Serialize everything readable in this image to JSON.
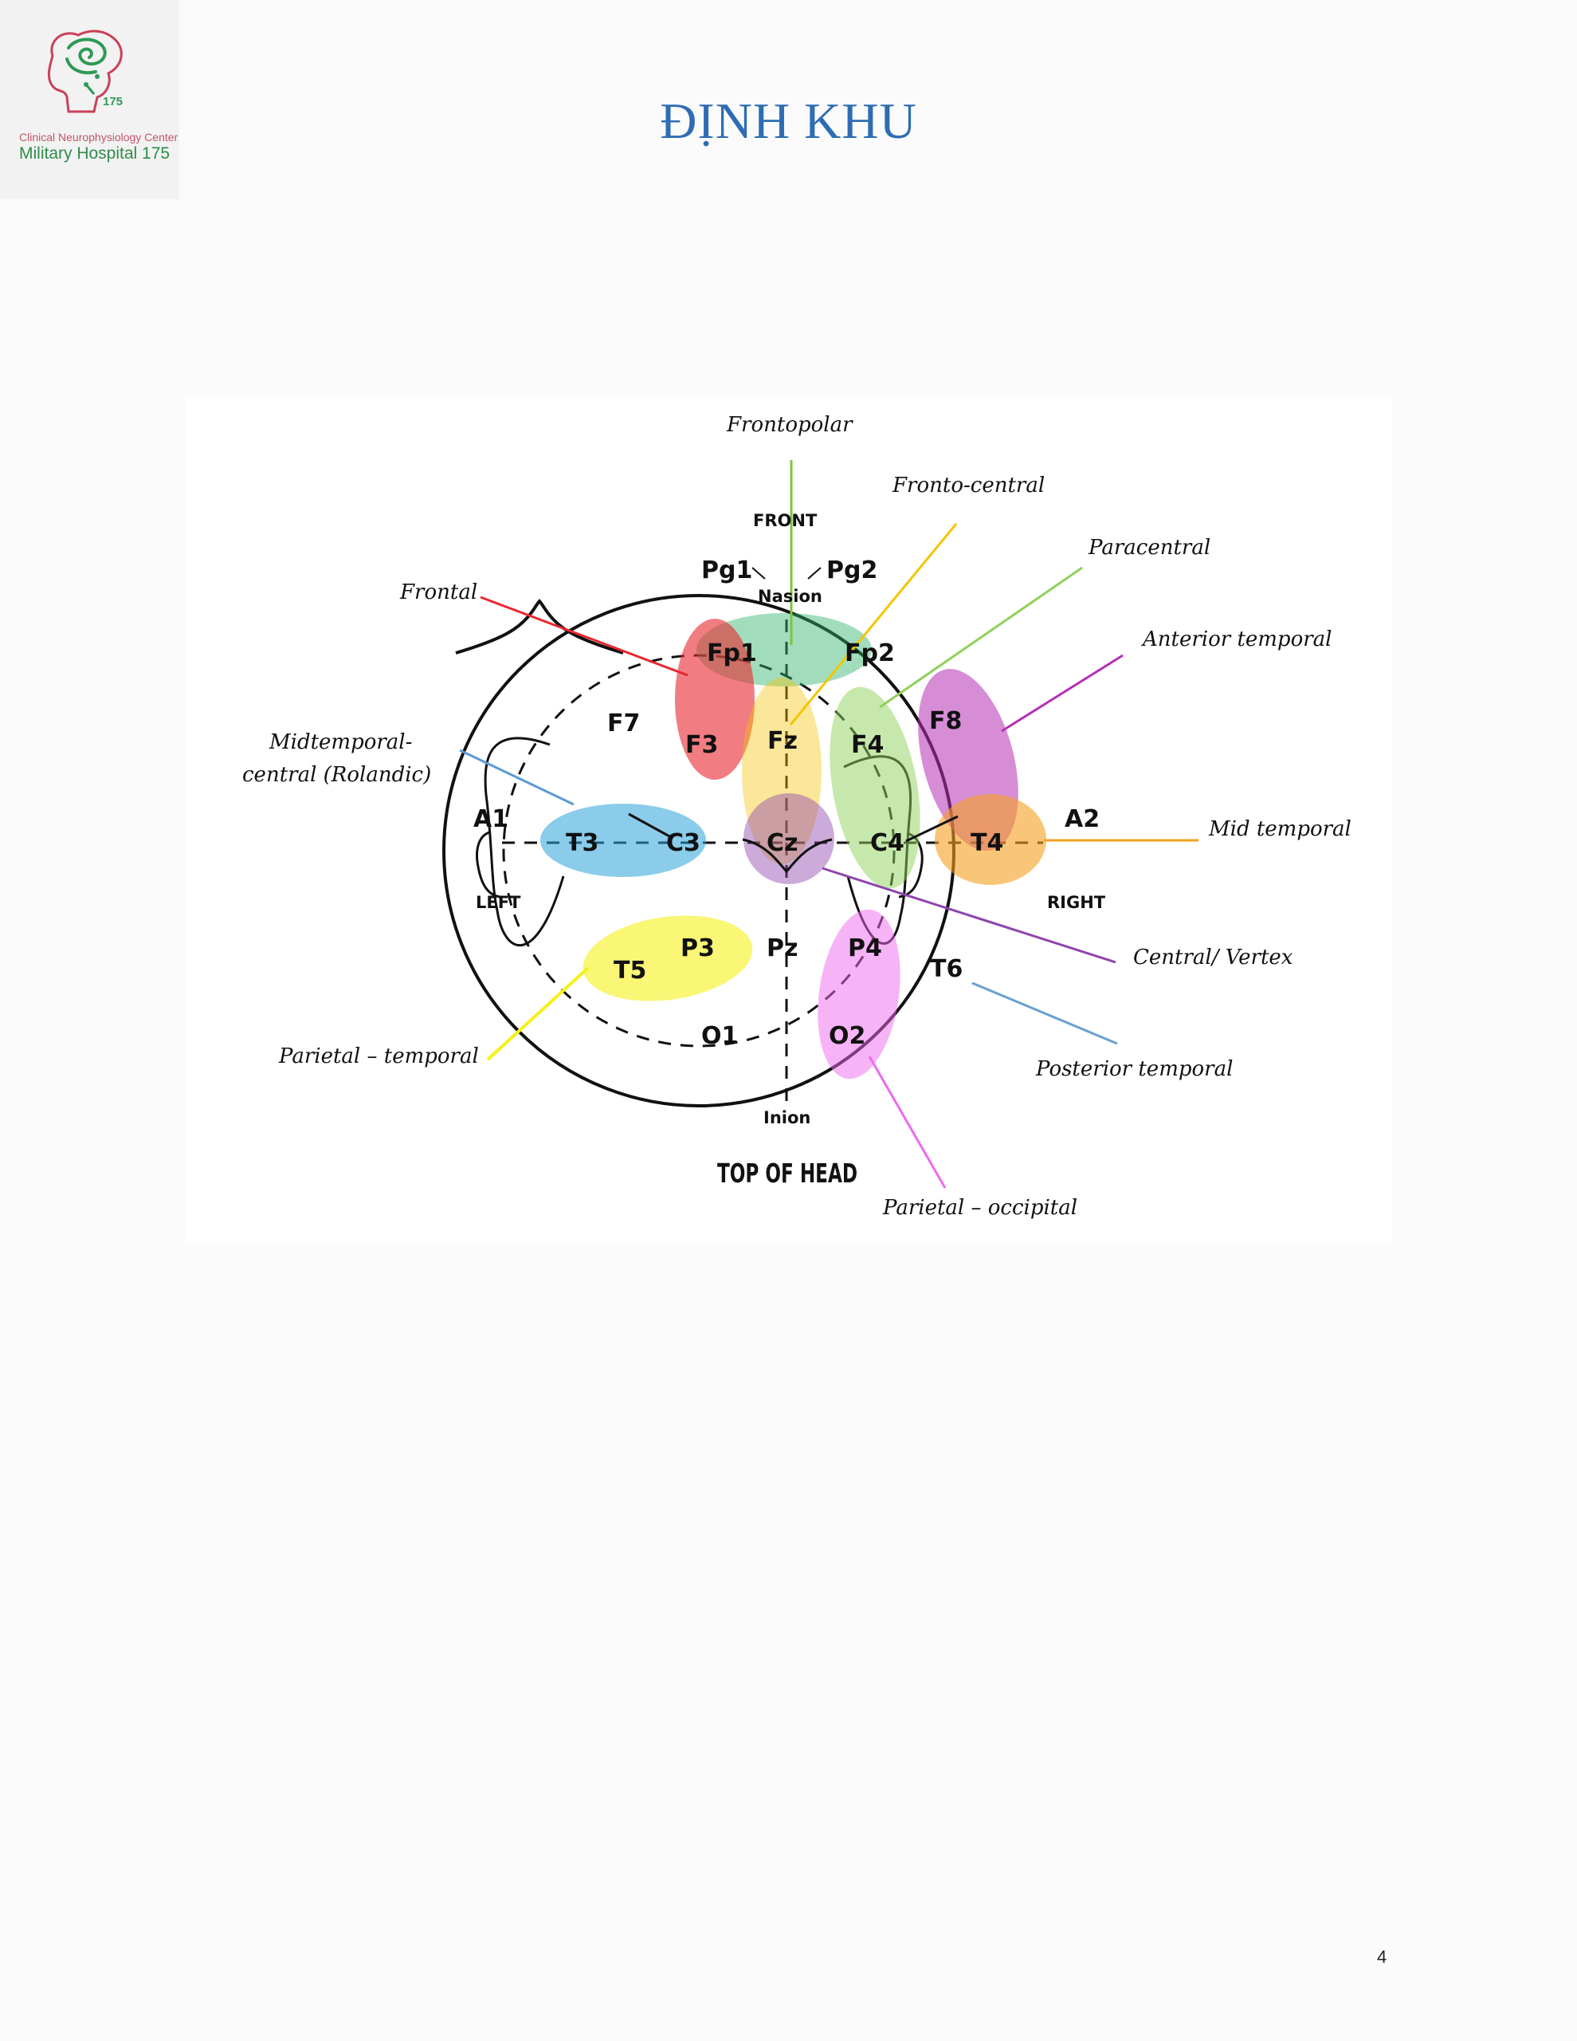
{
  "header": {
    "logo": {
      "line1": "Clinical Neurophysiology Center",
      "line2": "Military Hospital 175",
      "badge": "175"
    },
    "title": "ĐỊNH KHU"
  },
  "diagram": {
    "markers": {
      "front": "FRONT",
      "nasion": "Nasion",
      "inion": "Inion",
      "left": "LEFT",
      "right": "RIGHT",
      "top_of_head": "TOP OF HEAD"
    },
    "electrodes": {
      "pg1": "Pg1",
      "pg2": "Pg2",
      "fp1": "Fp1",
      "fp2": "Fp2",
      "f7": "F7",
      "f3": "F3",
      "fz": "Fz",
      "f4": "F4",
      "f8": "F8",
      "a1": "A1",
      "a2": "A2",
      "t3": "T3",
      "c3": "C3",
      "cz": "Cz",
      "c4": "C4",
      "t4": "T4",
      "t5": "T5",
      "p3": "P3",
      "pz": "Pz",
      "p4": "P4",
      "t6": "T6",
      "o1": "O1",
      "o2": "O2"
    },
    "regions": {
      "frontopolar": "Frontopolar",
      "fronto_central": "Fronto-central",
      "paracentral": "Paracentral",
      "frontal": "Frontal",
      "anterior_temporal": "Anterior temporal",
      "midtemporal_central_1": "Midtemporal-",
      "midtemporal_central_2": "central (Rolandic)",
      "mid_temporal": "Mid temporal",
      "central_vertex": "Central/ Vertex",
      "parietal_temporal": "Parietal – temporal",
      "posterior_temporal": "Posterior temporal",
      "parietal_occipital": "Parietal – occipital"
    },
    "colors": {
      "frontopolar": "#2fb36b",
      "frontal": "#e8262e",
      "fronto_central": "#f5c400",
      "paracentral": "#8fd15a",
      "anterior_temporal": "#b52fb4",
      "mid_temporal": "#f5a020",
      "rolandic": "#2aa3d8",
      "vertex": "#8e44ad",
      "parietal_temporal": "#f7f01a",
      "posterior_temporal": "#6a9fd0",
      "parietal_occipital": "#ee6aee"
    }
  },
  "footer": {
    "page_number": "4"
  }
}
